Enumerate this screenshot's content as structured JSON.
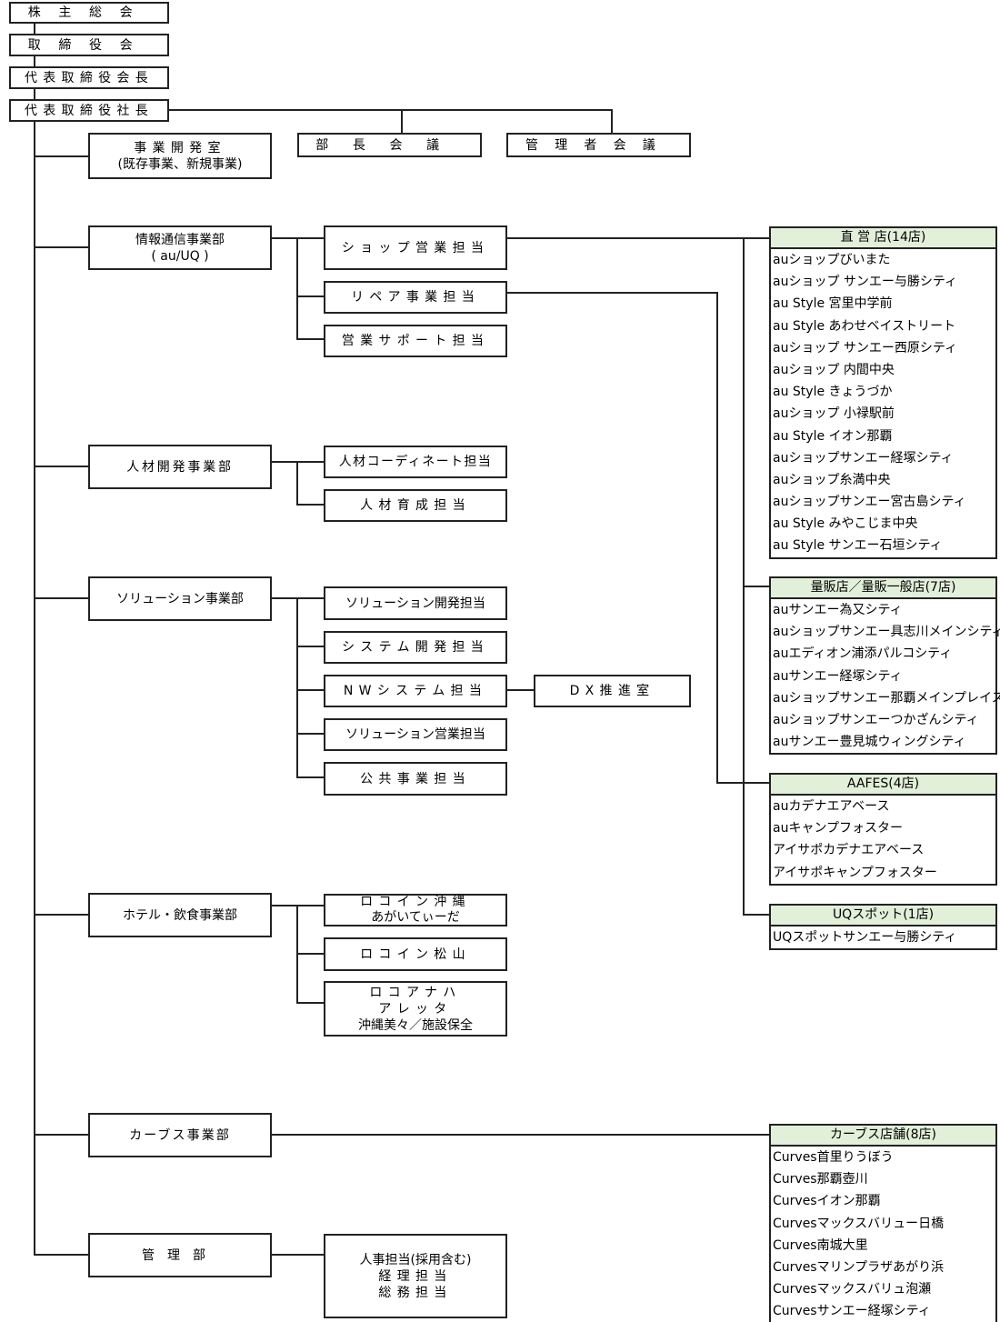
{
  "top": {
    "shareholders": "株主総会",
    "board": "取締役会",
    "chairman": "代表取締役会長",
    "president": "代表取締役社長"
  },
  "meetings": {
    "managers_meeting": "部長会議",
    "admin_meeting": "管理者会議"
  },
  "departments": {
    "bizdev": {
      "line1": "事業開発室",
      "line2": "(既存事業、新規事業)"
    },
    "ict": {
      "line1": "情報通信事業部",
      "line2": "( au/UQ )"
    },
    "hr": {
      "label": "人材開発事業部"
    },
    "solution": {
      "label": "ソリューション事業部"
    },
    "hotel": {
      "label": "ホテル・飲食事業部"
    },
    "curves": {
      "label": "カーブス事業部"
    },
    "admin": {
      "label": "管理部"
    }
  },
  "units": {
    "shop_sales": "ショップ営業担当",
    "repair": "リペア事業担当",
    "sales_support": "営業サポート担当",
    "hr_coordinate": "人材コーディネート担当",
    "hr_training": "人材育成担当",
    "sol_dev": "ソリューション開発担当",
    "sys_dev": "システム開発担当",
    "nw_sys": "NWシステム担当",
    "sol_sales": "ソリューション営業担当",
    "public": "公共事業担当",
    "dx": "DX推進室",
    "loco_okinawa": {
      "line1": "ロコイン沖縄",
      "line2": "あがいてぃーだ"
    },
    "loco_matsuyama": "ロコイン松山",
    "loco_naha": {
      "line1": "ロコアナハ",
      "line2": "アレッタ",
      "line3": "沖縄美々／施設保全"
    },
    "admin_units": {
      "line1": "人事担当(採用含む)",
      "line2": "経理担当",
      "line3": "総務担当"
    }
  },
  "stores": [
    {
      "id": "direct",
      "title": "直 営 店(14店)",
      "items": [
        "auショップびいまた",
        "auショップ サンエー与勝シティ",
        "au Style 宮里中学前",
        "au Style あわせベイストリート",
        "auショップ サンエー西原シティ",
        "auショップ 内間中央",
        "au Style きょうづか",
        "auショップ 小禄駅前",
        "au Style イオン那覇",
        "auショップサンエー経塚シティ",
        "auショップ糸満中央",
        "auショップサンエー宮古島シティ",
        "au Style みやこじま中央",
        "au Style サンエー石垣シティ"
      ]
    },
    {
      "id": "mass",
      "title": "量販店／量販一般店(7店)",
      "items": [
        "auサンエー為又シティ",
        "auショップサンエー具志川メインシティ",
        "auエディオン浦添パルコシティ",
        "auサンエー経塚シティ",
        "auショップサンエー那覇メインプレイス",
        "auショップサンエーつかざんシティ",
        "auサンエー豊見城ウィングシティ"
      ]
    },
    {
      "id": "aafes",
      "title": "AAFES(4店)",
      "items": [
        "auカデナエアベース",
        "auキャンプフォスター",
        "アイサポカデナエアベース",
        "アイサポキャンプフォスター"
      ]
    },
    {
      "id": "uq",
      "title": "UQスポット(1店)",
      "items": [
        "UQスポットサンエー与勝シティ"
      ]
    },
    {
      "id": "curves",
      "title": "カーブス店舗(8店)",
      "items": [
        "Curves首里りうぼう",
        "Curves那覇壺川",
        "Curvesイオン那覇",
        "Curvesマックスバリュー日橋",
        "Curves南城大里",
        "Curvesマリンプラザあがり浜",
        "Curvesマックスバリュ泡瀬",
        "Curvesサンエー経塚シティ"
      ]
    }
  ],
  "colors": {
    "store_header": "#e2efd9",
    "line": "#222222"
  }
}
